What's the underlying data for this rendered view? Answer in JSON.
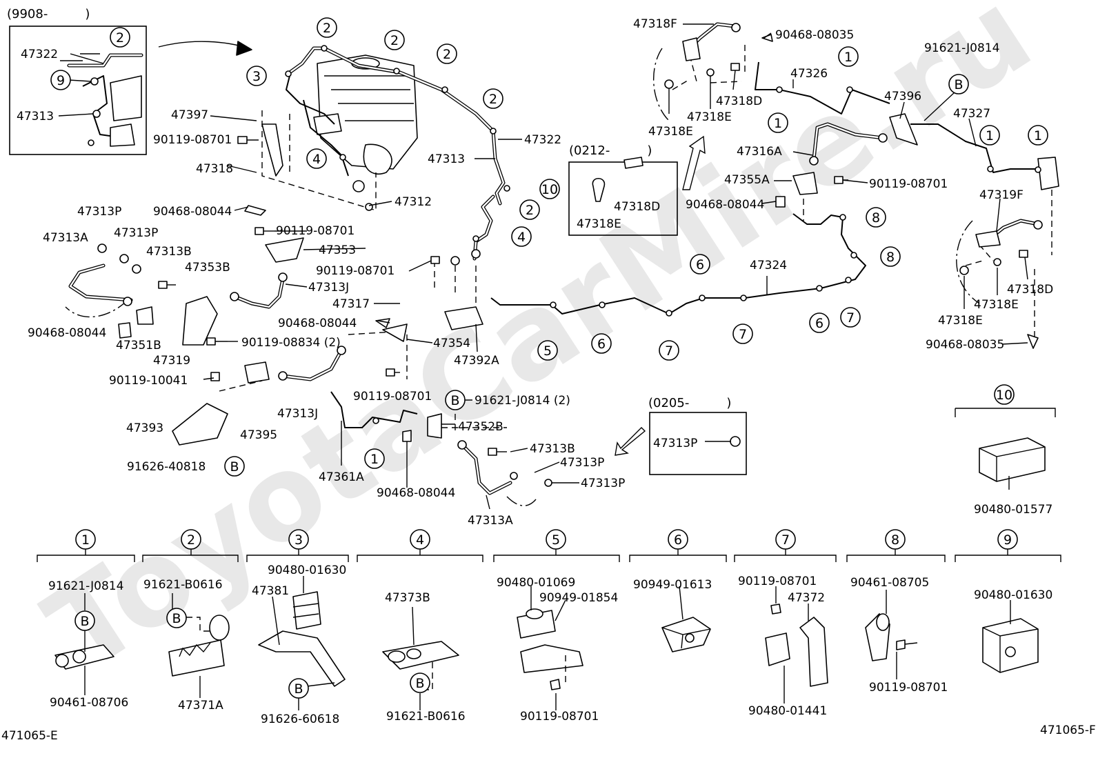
{
  "watermark": "ToyotaCarMire.ru",
  "footer": {
    "left_code": "471065-E",
    "right_code": "471065-F"
  },
  "insets": [
    {
      "date": "(9908-　　　)"
    },
    {
      "date": "(0212-　　　)"
    },
    {
      "date": "(0205-　　　)"
    }
  ],
  "labels": [
    {
      "id": "l_47322_ins",
      "text": "47322"
    },
    {
      "id": "l_47313_ins",
      "text": "47313"
    },
    {
      "id": "l_47397",
      "text": "47397"
    },
    {
      "id": "l_90119_08701_a",
      "text": "90119-08701"
    },
    {
      "id": "l_47318",
      "text": "47318"
    },
    {
      "id": "l_90468_08044_a",
      "text": "90468-08044"
    },
    {
      "id": "l_90119_08701_b",
      "text": "90119-08701"
    },
    {
      "id": "l_47353",
      "text": "47353"
    },
    {
      "id": "l_47313P_a",
      "text": "47313P"
    },
    {
      "id": "l_47313P_b",
      "text": "47313P"
    },
    {
      "id": "l_47313A_a",
      "text": "47313A"
    },
    {
      "id": "l_47313B_a",
      "text": "47313B"
    },
    {
      "id": "l_47353B",
      "text": "47353B"
    },
    {
      "id": "l_47313J_a",
      "text": "47313J"
    },
    {
      "id": "l_90468_08044_b",
      "text": "90468-08044"
    },
    {
      "id": "l_47351B",
      "text": "47351B"
    },
    {
      "id": "l_47319",
      "text": "47319"
    },
    {
      "id": "l_90119_08834",
      "text": "90119-08834 (2)"
    },
    {
      "id": "l_90119_10041",
      "text": "90119-10041"
    },
    {
      "id": "l_47313J_b",
      "text": "47313J"
    },
    {
      "id": "l_47393",
      "text": "47393"
    },
    {
      "id": "l_47395",
      "text": "47395"
    },
    {
      "id": "l_91626_40818",
      "text": "91626-40818"
    },
    {
      "id": "l_47312",
      "text": "47312"
    },
    {
      "id": "l_47313_main",
      "text": "47313"
    },
    {
      "id": "l_47322_main",
      "text": "47322"
    },
    {
      "id": "l_90119_08701_c",
      "text": "90119-08701"
    },
    {
      "id": "l_47317",
      "text": "47317"
    },
    {
      "id": "l_90468_08044_c",
      "text": "90468-08044"
    },
    {
      "id": "l_47354",
      "text": "47354"
    },
    {
      "id": "l_47392A",
      "text": "47392A"
    },
    {
      "id": "l_90119_08701_d",
      "text": "90119-08701"
    },
    {
      "id": "l_91621_J0814_2",
      "text": "91621-J0814 (2)"
    },
    {
      "id": "l_47352B",
      "text": "47352B"
    },
    {
      "id": "l_47313B_b",
      "text": "47313B"
    },
    {
      "id": "l_47313P_c",
      "text": "47313P"
    },
    {
      "id": "l_47313P_d",
      "text": "47313P"
    },
    {
      "id": "l_47361A",
      "text": "47361A"
    },
    {
      "id": "l_90468_08044_d",
      "text": "90468-08044"
    },
    {
      "id": "l_47313A_b",
      "text": "47313A"
    },
    {
      "id": "l_47313P_e",
      "text": "47313P"
    },
    {
      "id": "l_47318E_a",
      "text": "47318E"
    },
    {
      "id": "l_47318D_a",
      "text": "47318D"
    },
    {
      "id": "l_47318F_a",
      "text": "47318F"
    },
    {
      "id": "l_90468_08035_a",
      "text": "90468-08035"
    },
    {
      "id": "l_47318D_b",
      "text": "47318D"
    },
    {
      "id": "l_47318E_b",
      "text": "47318E"
    },
    {
      "id": "l_47318E_c",
      "text": "47318E"
    },
    {
      "id": "l_47326",
      "text": "47326"
    },
    {
      "id": "l_47396",
      "text": "47396"
    },
    {
      "id": "l_91621_J0814_a",
      "text": "91621-J0814"
    },
    {
      "id": "l_47327",
      "text": "47327"
    },
    {
      "id": "l_47316A",
      "text": "47316A"
    },
    {
      "id": "l_47355A",
      "text": "47355A"
    },
    {
      "id": "l_90119_08701_e",
      "text": "90119-08701"
    },
    {
      "id": "l_90468_08044_e",
      "text": "90468-08044"
    },
    {
      "id": "l_47324",
      "text": "47324"
    },
    {
      "id": "l_47319F",
      "text": "47319F"
    },
    {
      "id": "l_47318D_c",
      "text": "47318D"
    },
    {
      "id": "l_47318E_d",
      "text": "47318E"
    },
    {
      "id": "l_47318E_e",
      "text": "47318E"
    },
    {
      "id": "l_90468_08035_b",
      "text": "90468-08035"
    },
    {
      "id": "l_90480_01577",
      "text": "90480-01577"
    },
    {
      "id": "l_s1_91621_J0814",
      "text": "91621-J0814"
    },
    {
      "id": "l_s1_90461_08706",
      "text": "90461-08706"
    },
    {
      "id": "l_s2_91621_B0616",
      "text": "91621-B0616"
    },
    {
      "id": "l_s2_47371A",
      "text": "47371A"
    },
    {
      "id": "l_s3_90480_01630",
      "text": "90480-01630"
    },
    {
      "id": "l_s3_47381",
      "text": "47381"
    },
    {
      "id": "l_s3_91626_60618",
      "text": "91626-60618"
    },
    {
      "id": "l_s4_47373B",
      "text": "47373B"
    },
    {
      "id": "l_s4_91621_B0616",
      "text": "91621-B0616"
    },
    {
      "id": "l_s5_90480_01069",
      "text": "90480-01069"
    },
    {
      "id": "l_s5_90949_01854",
      "text": "90949-01854"
    },
    {
      "id": "l_s5_90119_08701",
      "text": "90119-08701"
    },
    {
      "id": "l_s6_90949_01613",
      "text": "90949-01613"
    },
    {
      "id": "l_s7_90119_08701",
      "text": "90119-08701"
    },
    {
      "id": "l_s7_47372",
      "text": "47372"
    },
    {
      "id": "l_s7_90480_01441",
      "text": "90480-01441"
    },
    {
      "id": "l_s8_90461_08705",
      "text": "90461-08705"
    },
    {
      "id": "l_s8_90119_08701",
      "text": "90119-08701"
    },
    {
      "id": "l_s9_90480_01630",
      "text": "90480-01630"
    }
  ],
  "callouts": [
    {
      "id": "c2_ins",
      "text": "2"
    },
    {
      "id": "c9_ins",
      "text": "9"
    },
    {
      "id": "c2_a",
      "text": "2"
    },
    {
      "id": "c2_b",
      "text": "2"
    },
    {
      "id": "c2_c",
      "text": "2"
    },
    {
      "id": "c2_d",
      "text": "2"
    },
    {
      "id": "c2_e",
      "text": "2"
    },
    {
      "id": "c3",
      "text": "3"
    },
    {
      "id": "c4_a",
      "text": "4"
    },
    {
      "id": "c4_b",
      "text": "4"
    },
    {
      "id": "c10",
      "text": "10"
    },
    {
      "id": "c5",
      "text": "5"
    },
    {
      "id": "c6_a",
      "text": "6"
    },
    {
      "id": "c6_b",
      "text": "6"
    },
    {
      "id": "c6_c",
      "text": "6"
    },
    {
      "id": "c7_a",
      "text": "7"
    },
    {
      "id": "c7_b",
      "text": "7"
    },
    {
      "id": "c7_c",
      "text": "7"
    },
    {
      "id": "c8_a",
      "text": "8"
    },
    {
      "id": "c8_b",
      "text": "8"
    },
    {
      "id": "c1_a",
      "text": "1"
    },
    {
      "id": "c1_b",
      "text": "1"
    },
    {
      "id": "c1_c",
      "text": "1"
    },
    {
      "id": "c1_d",
      "text": "1"
    },
    {
      "id": "c1_e",
      "text": "1"
    },
    {
      "id": "cB_a",
      "text": "B"
    },
    {
      "id": "cB_b",
      "text": "B"
    },
    {
      "id": "cB_c",
      "text": "B"
    },
    {
      "id": "cB_s1",
      "text": "B"
    },
    {
      "id": "cB_s2",
      "text": "B"
    },
    {
      "id": "cB_s3",
      "text": "B"
    },
    {
      "id": "cB_s4",
      "text": "B"
    }
  ],
  "sections": [
    {
      "num": "1"
    },
    {
      "num": "2"
    },
    {
      "num": "3"
    },
    {
      "num": "4"
    },
    {
      "num": "5"
    },
    {
      "num": "6"
    },
    {
      "num": "7"
    },
    {
      "num": "8"
    },
    {
      "num": "9"
    },
    {
      "num": "10"
    }
  ]
}
